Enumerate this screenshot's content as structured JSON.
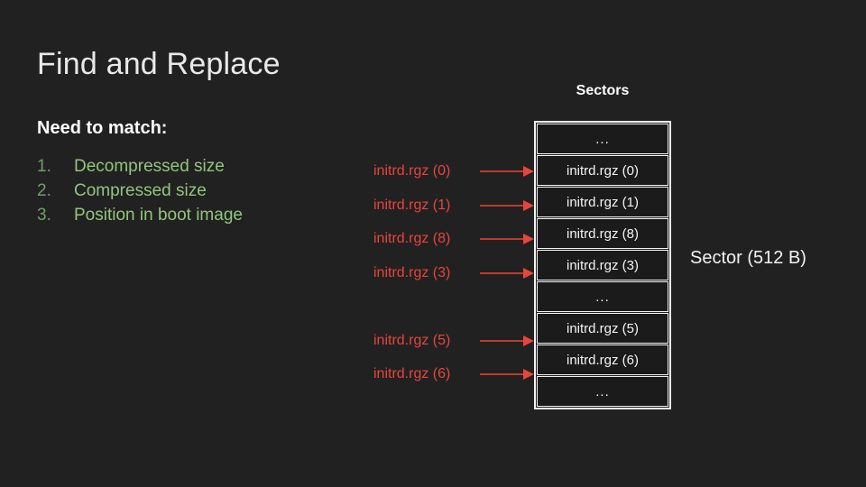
{
  "slide": {
    "title": "Find and Replace",
    "subhead": "Need to match:",
    "background_color": "#212121",
    "accent_green": "#93c47d",
    "accent_red": "#e8453c",
    "text_color": "#f2f2f2"
  },
  "match_list": [
    {
      "num": "1.",
      "text": "Decompressed size"
    },
    {
      "num": "2.",
      "text": "Compressed size"
    },
    {
      "num": "3.",
      "text": "Position in boot image"
    }
  ],
  "diagram": {
    "column_title": "Sectors",
    "side_note": "Sector (512 B)",
    "ellipsis": "...",
    "rows": [
      {
        "label": "...",
        "is_ellipsis": true,
        "callout": null
      },
      {
        "label": "initrd.rgz (0)",
        "is_ellipsis": false,
        "callout": "initrd.rgz (0)"
      },
      {
        "label": "initrd.rgz (1)",
        "is_ellipsis": false,
        "callout": "initrd.rgz (1)"
      },
      {
        "label": "initrd.rgz (8)",
        "is_ellipsis": false,
        "callout": "initrd.rgz (8)"
      },
      {
        "label": "initrd.rgz (3)",
        "is_ellipsis": false,
        "callout": "initrd.rgz (3)"
      },
      {
        "label": "...",
        "is_ellipsis": true,
        "callout": null
      },
      {
        "label": "initrd.rgz (5)",
        "is_ellipsis": false,
        "callout": "initrd.rgz (5)"
      },
      {
        "label": "initrd.rgz (6)",
        "is_ellipsis": false,
        "callout": "initrd.rgz (6)"
      },
      {
        "label": "...",
        "is_ellipsis": true,
        "callout": null
      }
    ]
  }
}
